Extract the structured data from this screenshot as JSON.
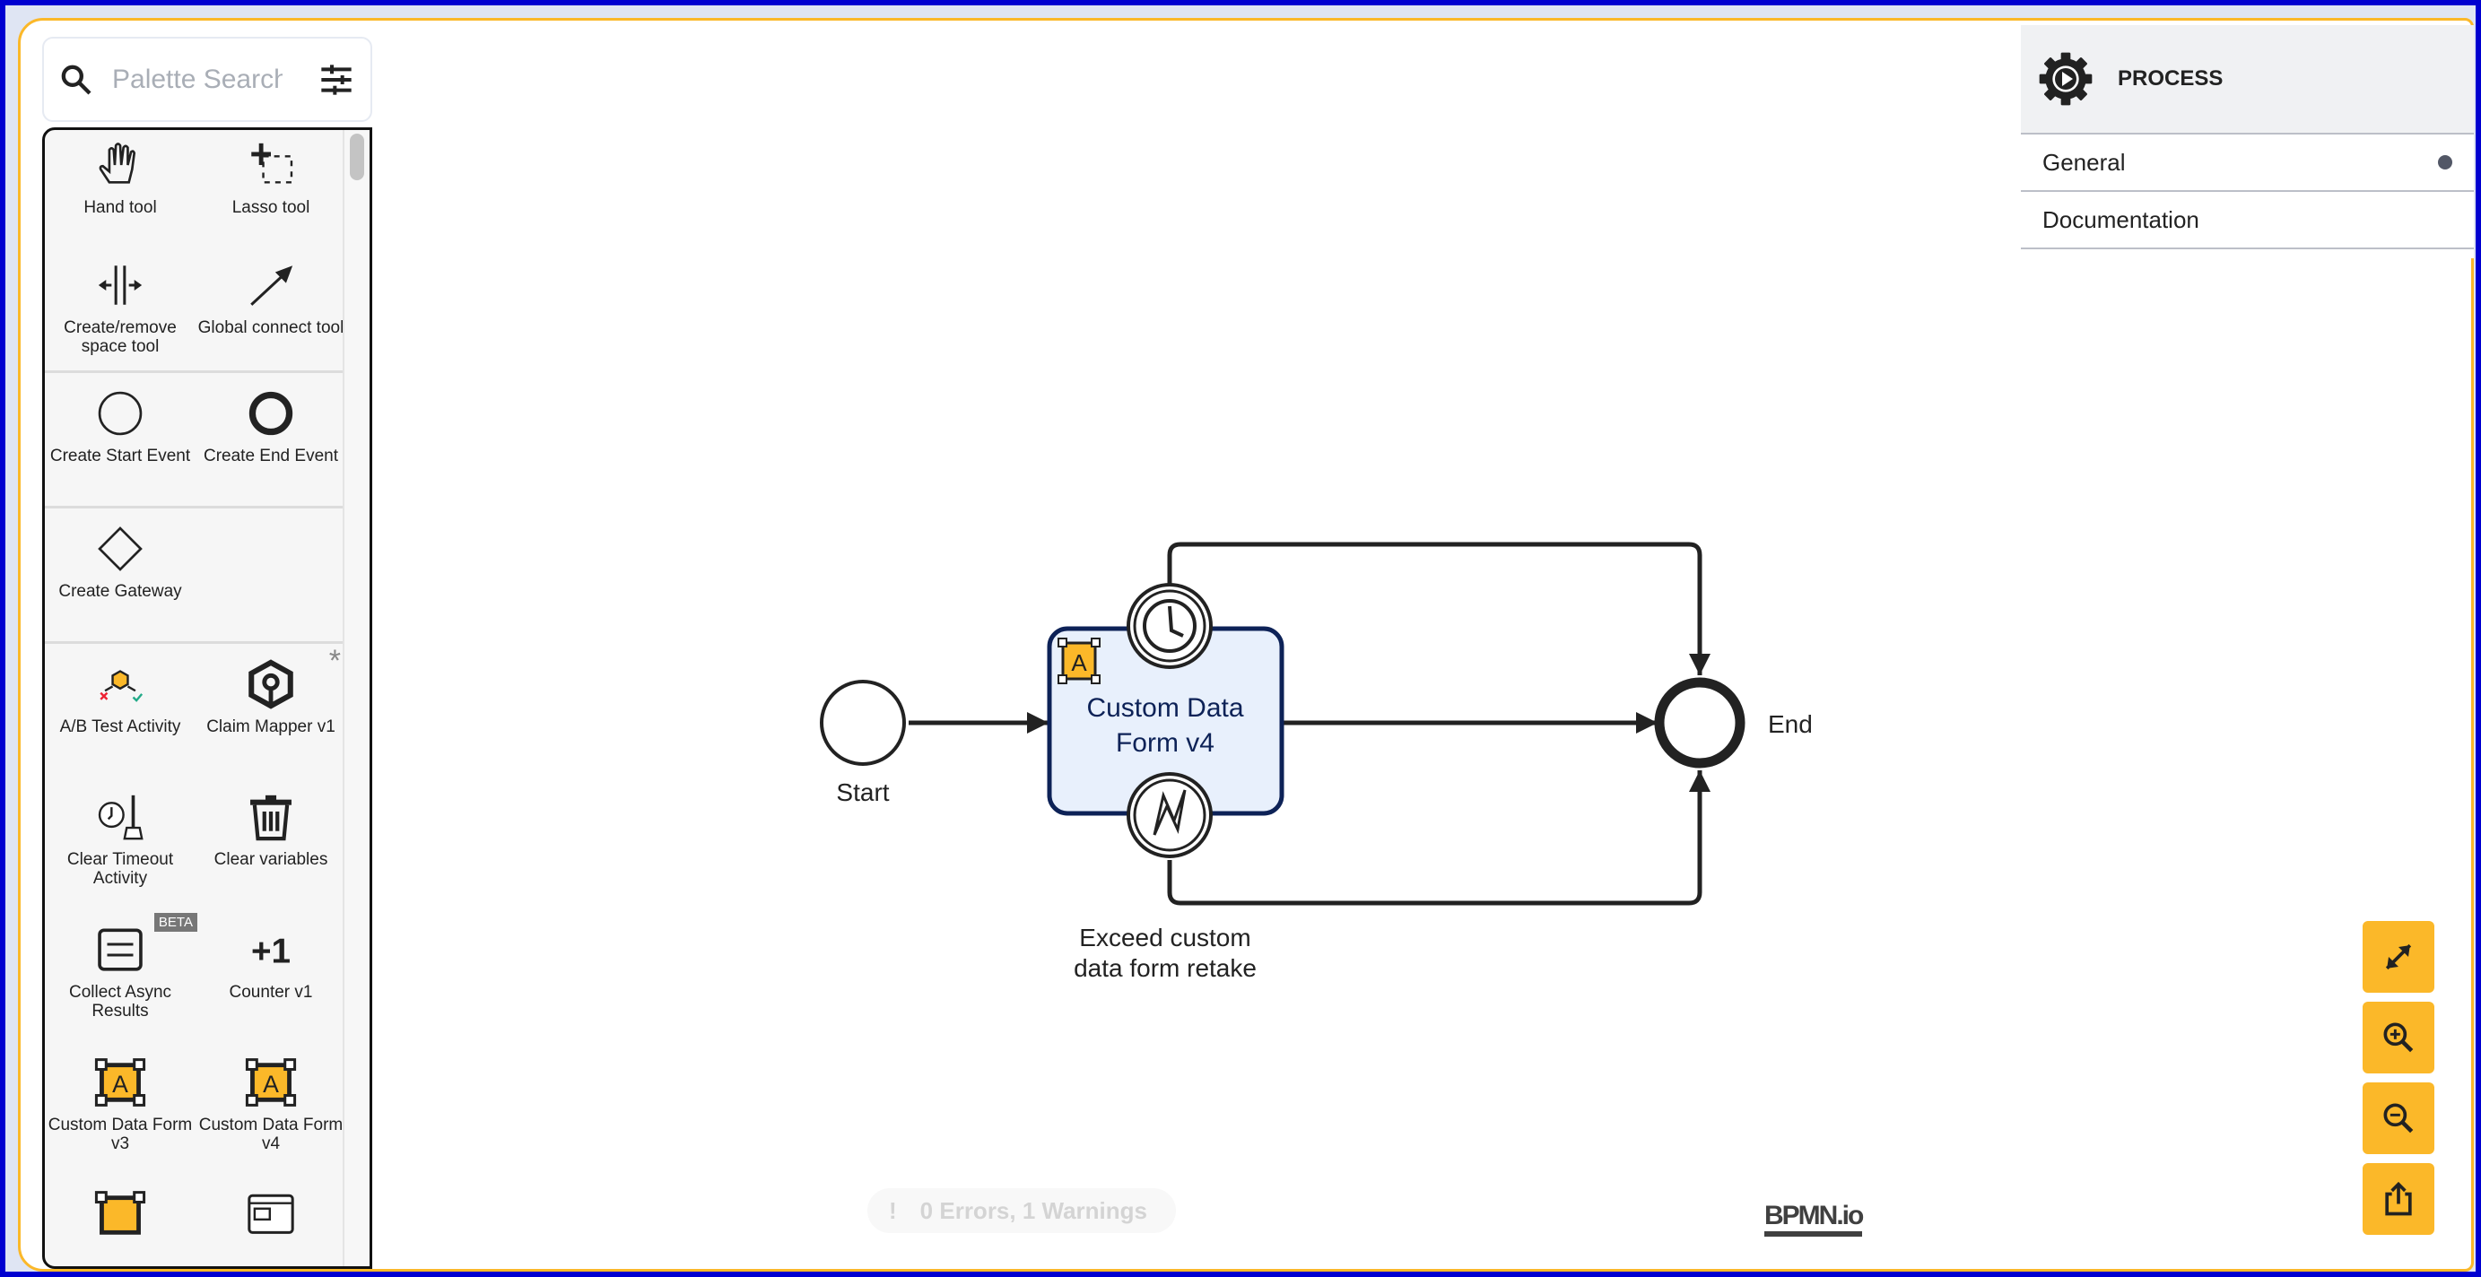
{
  "search": {
    "placeholder": "Palette Search"
  },
  "palette": {
    "tools": [
      {
        "label": "Hand tool",
        "icon": "hand-icon"
      },
      {
        "label": "Lasso tool",
        "icon": "lasso-icon"
      },
      {
        "label": "Create/remove space tool",
        "icon": "space-tool-icon"
      },
      {
        "label": "Global connect tool",
        "icon": "connect-arrow-icon"
      }
    ],
    "events": [
      {
        "label": "Create Start Event",
        "icon": "start-event-icon"
      },
      {
        "label": "Create End Event",
        "icon": "end-event-icon"
      }
    ],
    "gateways": [
      {
        "label": "Create Gateway",
        "icon": "gateway-icon"
      }
    ],
    "custom": [
      {
        "label": "A/B Test Activity",
        "icon": "ab-test-icon"
      },
      {
        "label": "Claim Mapper v1",
        "icon": "claim-mapper-icon",
        "marker": "*"
      },
      {
        "label": "Clear Timeout Activity",
        "icon": "clear-timeout-icon"
      },
      {
        "label": "Clear variables",
        "icon": "trash-icon"
      },
      {
        "label": "Collect Async Results",
        "icon": "collect-async-icon",
        "badge": "BETA"
      },
      {
        "label": "Counter v1",
        "icon": "counter-icon",
        "glyph": "+1"
      },
      {
        "label": "Custom Data Form v3",
        "icon": "custom-form-icon"
      },
      {
        "label": "Custom Data Form v4",
        "icon": "custom-form-icon"
      }
    ]
  },
  "properties": {
    "header": "PROCESS",
    "sections": [
      {
        "label": "General",
        "has_indicator": true
      },
      {
        "label": "Documentation"
      }
    ]
  },
  "diagram": {
    "start_label": "Start",
    "task_label_line1": "Custom Data",
    "task_label_line2": "Form v4",
    "task_marker": "A",
    "end_label": "End",
    "boundary_label_line1": "Exceed custom",
    "boundary_label_line2": "data form retake"
  },
  "status": {
    "issues_icon": "!",
    "issues": "0 Errors, 1 Warnings"
  },
  "logo": "BPMN.io",
  "colors": {
    "accent": "#fbb829",
    "task_fill": "#e8f0fc",
    "task_stroke": "#0d2257"
  }
}
